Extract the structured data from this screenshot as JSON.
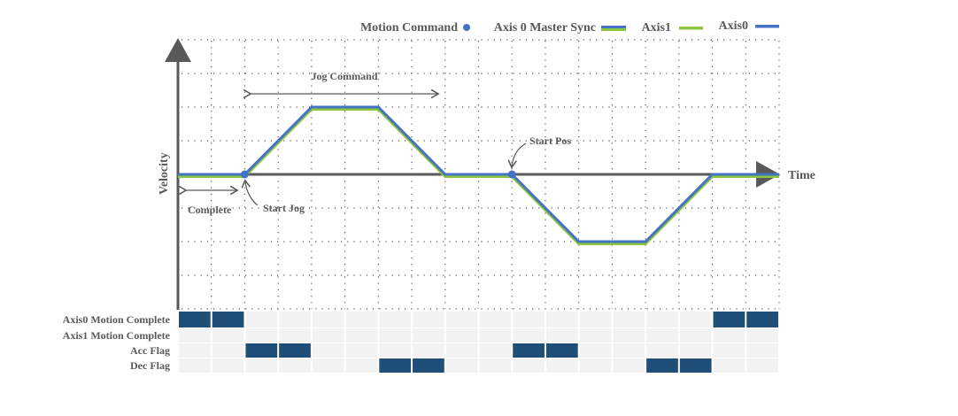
{
  "legend": [
    {
      "label": "Motion Command",
      "marker": "dot",
      "color": "#4472c4"
    },
    {
      "label": "Axis 0 Master Sync",
      "marker": "double-line",
      "colors": [
        "#4472c4",
        "#8cc63f"
      ]
    },
    {
      "label": "Axis1",
      "marker": "line",
      "color": "#8cc63f"
    },
    {
      "label": "Axis0",
      "marker": "line",
      "color": "#4472c4"
    }
  ],
  "axes": {
    "x_label": "Time",
    "y_label": "Velocity"
  },
  "annotations": {
    "jog_command": "Jog Command",
    "start_pos": "Start Pos",
    "start_jog": "Start Jog",
    "complete": "Complete"
  },
  "profile": {
    "time": [
      0,
      2,
      4,
      6,
      8,
      10,
      12,
      14,
      16,
      18
    ],
    "velocity": [
      0,
      0,
      2,
      2,
      0,
      0,
      -2,
      -2,
      0,
      0
    ],
    "motion_command_points": [
      [
        2,
        0
      ],
      [
        10,
        0
      ]
    ]
  },
  "flags": {
    "rows": [
      {
        "label": "Axis0 Motion Complete",
        "on": [
          0,
          1,
          16,
          17
        ]
      },
      {
        "label": "Axis1 Motion Complete",
        "on": []
      },
      {
        "label": "Acc Flag",
        "on": [
          2,
          3,
          10,
          11
        ]
      },
      {
        "label": "Dec Flag",
        "on": [
          6,
          7,
          14,
          15
        ]
      }
    ],
    "columns": 18,
    "on_color": "#1f4e79",
    "off_color": "#f2f2f2"
  }
}
